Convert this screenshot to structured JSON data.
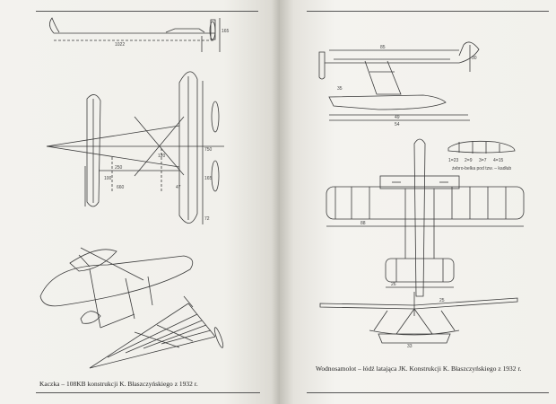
{
  "left_page": {
    "caption": "Kaczka – 108KB konstrukcji K. Błaszczyńskiego z 1932 r.",
    "dimensions": [
      "1022",
      "165",
      "250",
      "120",
      "660",
      "750",
      "165",
      "72",
      "100",
      "47"
    ]
  },
  "right_page": {
    "caption": "Wodnosamolot – łódź latająca JK. Konstrukcji K. Błaszczyńskiego z 1932 r.",
    "airfoil_label": "żebro-belka pod tzw. – kadłub",
    "airfoil_stations": [
      "1=23",
      "2=9",
      "3=7",
      "4=15"
    ],
    "dimensions": [
      "85",
      "30",
      "35",
      "49",
      "54",
      "88",
      "26",
      "25",
      "33"
    ]
  },
  "colors": {
    "paper": "#f2f1ec",
    "ink": "#3a3a3a",
    "gutter": "#bdbbb3"
  }
}
